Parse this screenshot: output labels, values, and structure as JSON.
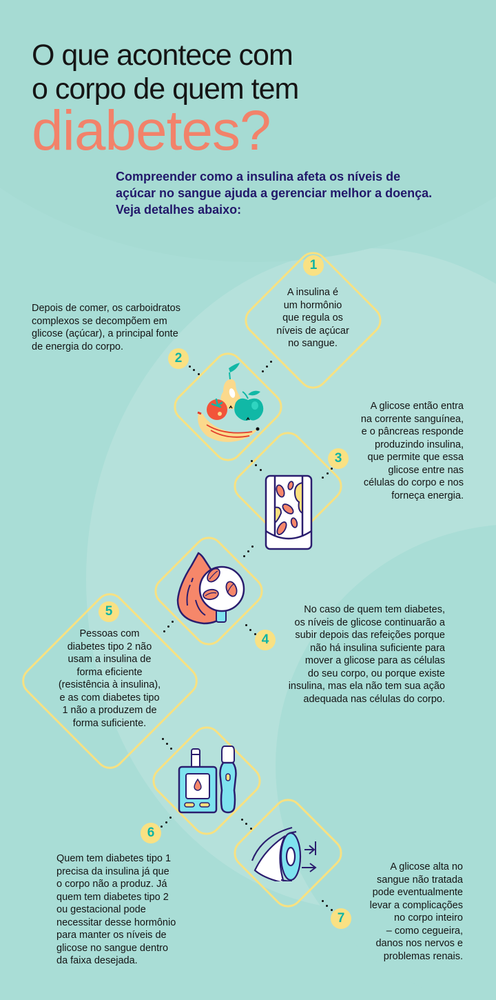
{
  "header": {
    "title_lines": [
      "O que acontece com",
      "o corpo de quem tem"
    ],
    "title_accent": "diabetes?",
    "intro_lines": [
      "Compreender como a insulina afeta os níveis de",
      "açúcar no sangue ajuda a gerenciar melhor a doença.",
      "Veja detalhes abaixo:"
    ]
  },
  "colors": {
    "background": "#a9ddd6",
    "accent_title": "#f2826a",
    "intro_text": "#22186a",
    "diamond_border": "#f7e182",
    "badge_fill": "#f9e183",
    "badge_number": "#0fb3a4",
    "icon_outline": "#2a1d6e",
    "icon_coral": "#f6876a",
    "icon_teal": "#11b8a6",
    "icon_cyan": "#7ee3ef",
    "icon_yellow": "#fbe07e"
  },
  "steps": [
    {
      "number": "1",
      "icon": "none",
      "text_lines": [
        "A insulina é",
        "um hormônio",
        "que regula os",
        "níveis de açúcar",
        "no sangue."
      ]
    },
    {
      "number": "2",
      "icon": "fruits-icon",
      "text_lines": [
        "Depois de comer, os carboidratos",
        "complexos se decompõem em",
        "glicose (açúcar), a principal fonte",
        "de energia do corpo."
      ]
    },
    {
      "number": "3",
      "icon": "blood-vessel-icon",
      "text_lines": [
        "A glicose então entra",
        "na corrente sanguínea,",
        "e o pâncreas responde",
        "produzindo insulina,",
        "que permite que essa",
        "glicose entre nas",
        "células do corpo e nos",
        "forneça energia."
      ]
    },
    {
      "number": "4",
      "icon": "blood-drop-magnifier-icon",
      "text_lines": [
        "No caso de quem tem diabetes,",
        "os níveis de glicose continuarão a",
        "subir depois das refeições porque",
        "não há insulina suficiente para",
        "mover a glicose para as células",
        "do seu corpo, ou porque existe",
        "insulina, mas ela não tem sua ação",
        "adequada nas células do corpo."
      ]
    },
    {
      "number": "5",
      "icon": "none",
      "text_lines": [
        "Pessoas com",
        "diabetes tipo 2 não",
        "usam a insulina de",
        "forma eficiente",
        "(resistência à insulina),",
        "e as com diabetes tipo",
        "1 não a produzem de",
        "forma suficiente."
      ]
    },
    {
      "number": "6",
      "icon": "glucose-meter-lancet-icon",
      "text_lines": [
        "Quem tem diabetes tipo 1",
        "precisa da insulina já que",
        "o corpo não a produz. Já",
        "quem tem diabetes tipo 2",
        "ou gestacional pode",
        "necessitar desse hormônio",
        "para  manter os níveis de",
        "glicose no sangue dentro",
        "da faixa desejada."
      ]
    },
    {
      "number": "7",
      "icon": "eye-icon",
      "text_lines": [
        "A glicose alta no",
        "sangue não tratada",
        "pode eventualmente",
        "levar a complicações",
        "no corpo inteiro",
        "– como cegueira,",
        "danos nos nervos e",
        "problemas renais."
      ]
    }
  ]
}
